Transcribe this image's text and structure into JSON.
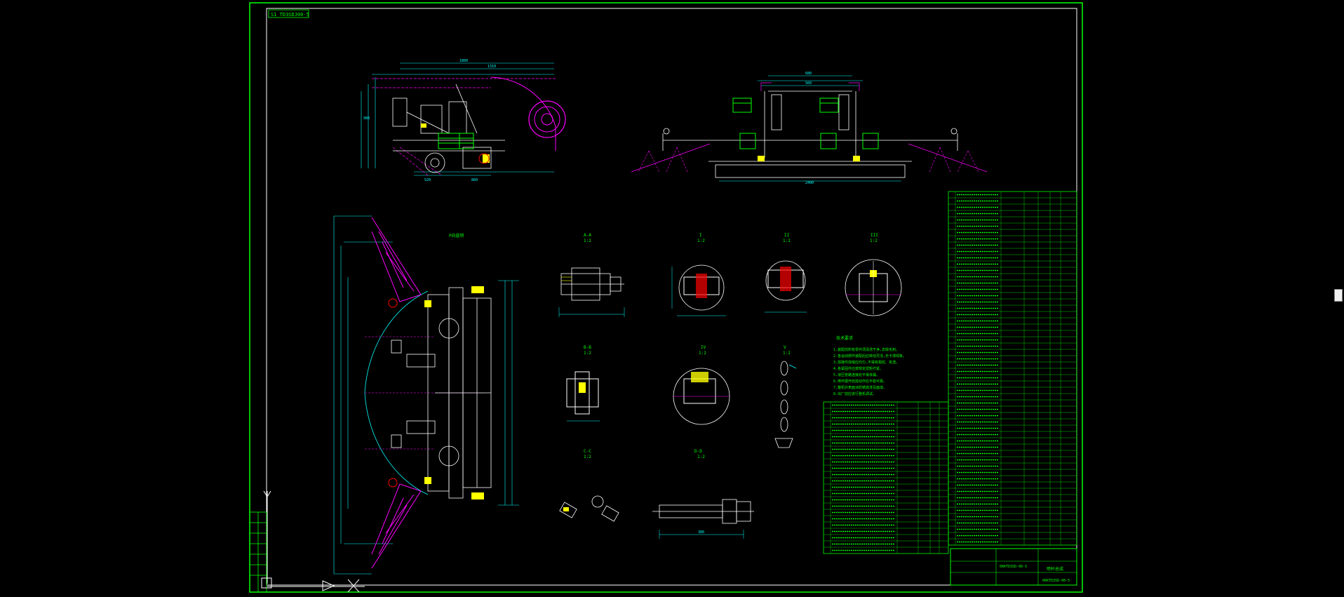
{
  "drawing": {
    "corner_code": "S1 TD3SDJ00-5",
    "bottom_code": "06KTD3SD-00-5",
    "tech_req_title": "技术要求",
    "tech_requirements": [
      "1.装配前所有零件须清洗干净,去除毛刺。",
      "2.各运动部件装配后应转动灵活,无卡滞现象。",
      "3.焊接件焊缝应均匀,不得有裂纹、夹渣。",
      "4.各紧固件应按规定扭矩拧紧。",
      "5.液压管路连接处不得渗漏。",
      "6.喷杆展开收拢动作应平稳可靠。",
      "7.整机外表面涂防锈底漆及面漆。",
      "8.出厂前应进行整机调试。"
    ],
    "title_block": {
      "name": "喷杆总成",
      "drawing_no": "06KTD3SD-00-5"
    }
  },
  "views": {
    "side_view_dims": [
      "1860",
      "1310",
      "980",
      "860",
      "520"
    ],
    "front_view_dims": [
      "680",
      "560",
      "2400"
    ],
    "plan_view_label": "P向旋转",
    "section_labels": [
      {
        "top": "A-A",
        "bot": "1:2"
      },
      {
        "top": "I",
        "bot": "1:2"
      },
      {
        "top": "II",
        "bot": "1:2"
      },
      {
        "top": "III",
        "bot": "1:2"
      },
      {
        "top": "B-B",
        "bot": "1:2"
      },
      {
        "top": "IV",
        "bot": "1:2"
      },
      {
        "top": "V",
        "bot": "1:2"
      },
      {
        "top": "C-C",
        "bot": "1:2"
      },
      {
        "top": "D-D",
        "bot": "1:2"
      }
    ],
    "bottom_dim": "380"
  },
  "colors": {
    "frame": "#00ff00",
    "line": "#ffffff",
    "dimension": "#00ffff",
    "accent": "#ff00ff",
    "yellow": "#ffff00",
    "red": "#ff0000"
  },
  "ui": {
    "scrollbar_icon": "scroll-thumb"
  }
}
